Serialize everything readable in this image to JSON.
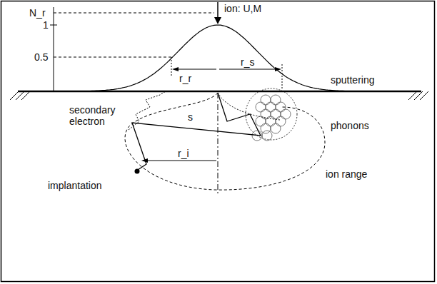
{
  "diagram": {
    "labels": [
      "N_r",
      "1",
      "0.5",
      "ion: U,M",
      "r_r",
      "r_s",
      "sputtering",
      "secondary electron",
      "phonons",
      "s",
      "r_i",
      "ion range",
      "implantation"
    ]
  }
}
